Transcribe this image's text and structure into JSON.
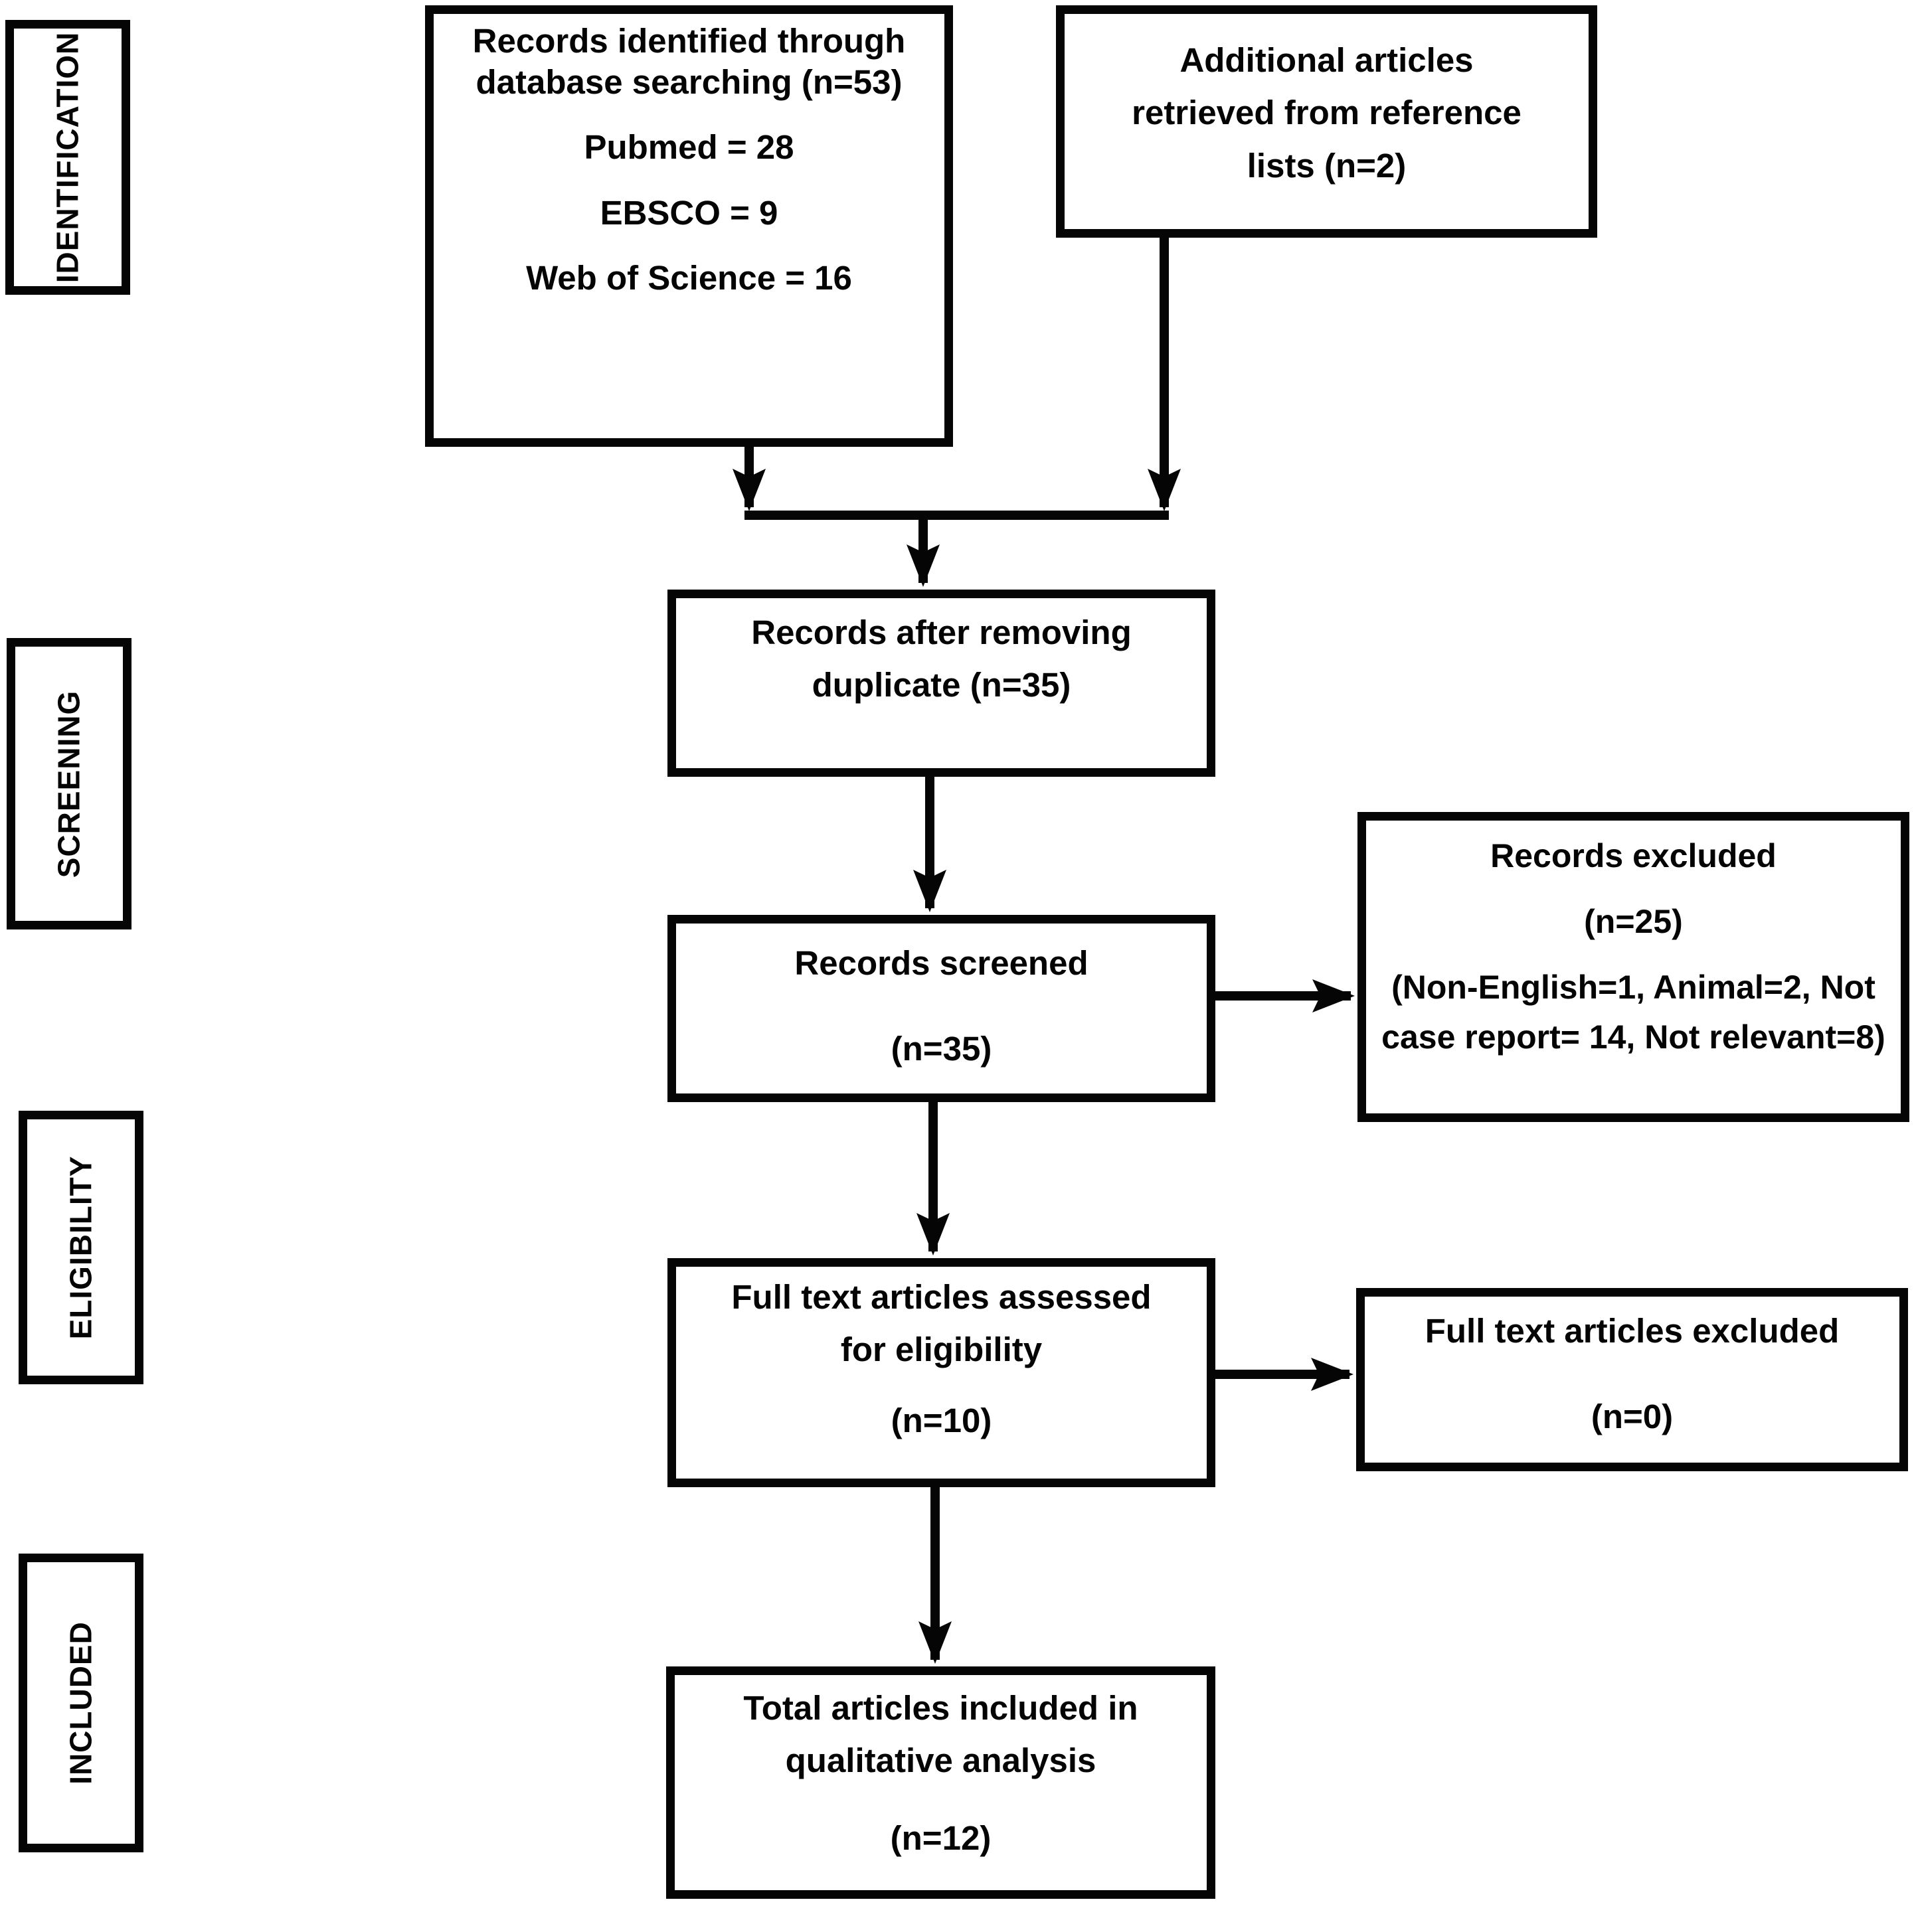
{
  "colors": {
    "ink": "#050505",
    "paper": "#ffffff"
  },
  "sidebar": {
    "stages": [
      {
        "label": "IDENTIFICATION"
      },
      {
        "label": "SCREENING"
      },
      {
        "label": "ELIGIBILITY"
      },
      {
        "label": "INCLUDED"
      }
    ]
  },
  "flow": {
    "identified": {
      "title_lines": [
        "Records identified through",
        "database searching (n=53)"
      ],
      "sources": [
        {
          "text": "Pubmed = 28"
        },
        {
          "text": "EBSCO = 9"
        },
        {
          "text": "Web of Science = 16"
        }
      ]
    },
    "additional": {
      "lines": [
        "Additional articles",
        "retrieved from reference",
        "lists (n=2)"
      ]
    },
    "deduplicated": {
      "lines": [
        "Records after removing",
        "duplicate (n=35)"
      ]
    },
    "screened": {
      "title": "Records screened",
      "count": "(n=35)"
    },
    "records_excluded": {
      "title": "Records excluded",
      "count": "(n=25)",
      "reasons": "(Non-English=1, Animal=2, Not case report= 14, Not relevant=8)"
    },
    "fulltext": {
      "title_lines": [
        "Full text articles assessed",
        "for eligibility"
      ],
      "count": "(n=10)"
    },
    "fulltext_excluded": {
      "title": "Full text articles excluded",
      "count": "(n=0)"
    },
    "included": {
      "title_lines": [
        "Total articles included in",
        "qualitative analysis"
      ],
      "count": "(n=12)"
    }
  }
}
